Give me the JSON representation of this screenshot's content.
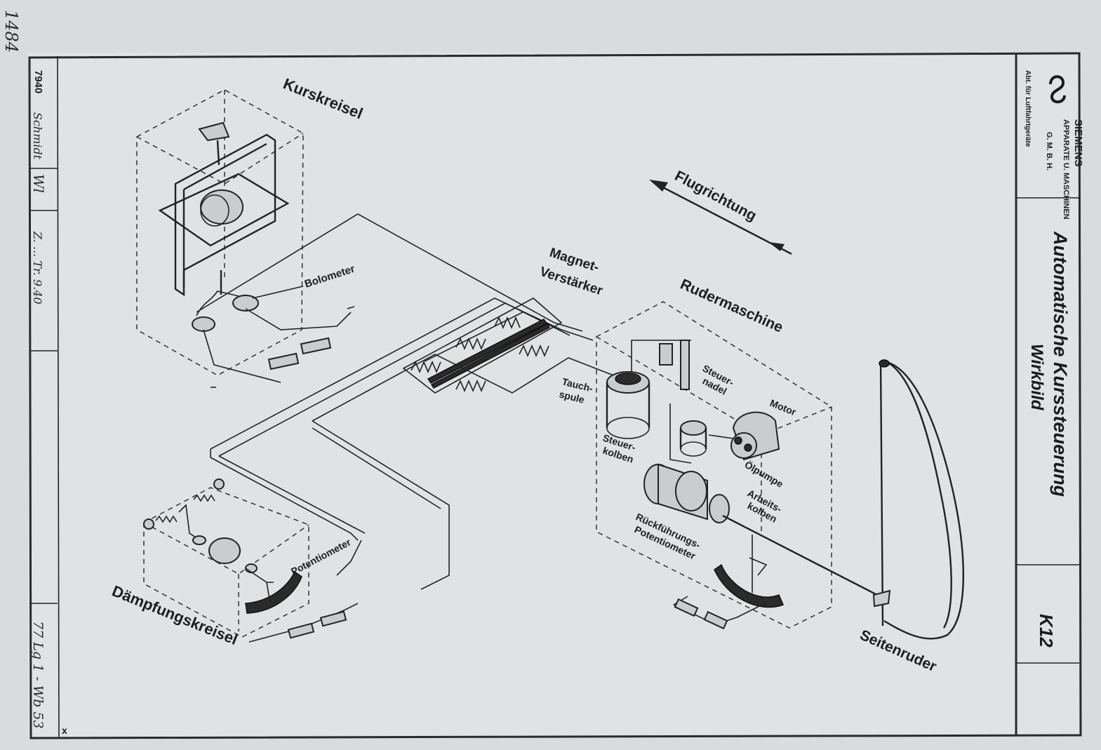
{
  "stamp_number": "1484",
  "left_strip": {
    "drawing_no": "7940",
    "drawer_signature": "Schmidt",
    "initials": "Wl",
    "date_note": "Z. ... Tr. 9.40",
    "drawing_code": "77 Lg 1 - Wb 53",
    "corner_mark": "x"
  },
  "title_block": {
    "company_line1": "SIEMENS",
    "company_line2": "APPARATE U. MASCHINEN",
    "company_line3": "G. M. B. H.",
    "department": "Abt. für Luftfahrtgeräte",
    "title_line1": "Automatische Kurssteuerung",
    "title_line2": "Wirkbild",
    "sheet_id": "K12"
  },
  "labels": {
    "kurskreisel": "Kurskreisel",
    "bolometer": "Bolometer",
    "magnet_line1": "Magnet-",
    "magnet_line2": "Verstärker",
    "flugrichtung": "Flugrichtung",
    "rudermaschine": "Rudermaschine",
    "tauchspule_line1": "Tauch-",
    "tauchspule_line2": "spule",
    "steuernadel_line1": "Steuer-",
    "steuernadel_line2": "nadel",
    "motor": "Motor",
    "steuerkolben_line1": "Steuer-",
    "steuerkolben_line2": "kolben",
    "oelpumpe": "Ölpumpe",
    "arbeitskolben_line1": "Arbeits-",
    "arbeitskolben_line2": "kolben",
    "rueckfuehrung_line1": "Rückführungs-",
    "rueckfuehrung_line2": "Potentiometer",
    "potentiometer": "Potentiometer",
    "daempfungskreisel": "Dämpfungskreisel",
    "seitenruder": "Seitenruder"
  }
}
